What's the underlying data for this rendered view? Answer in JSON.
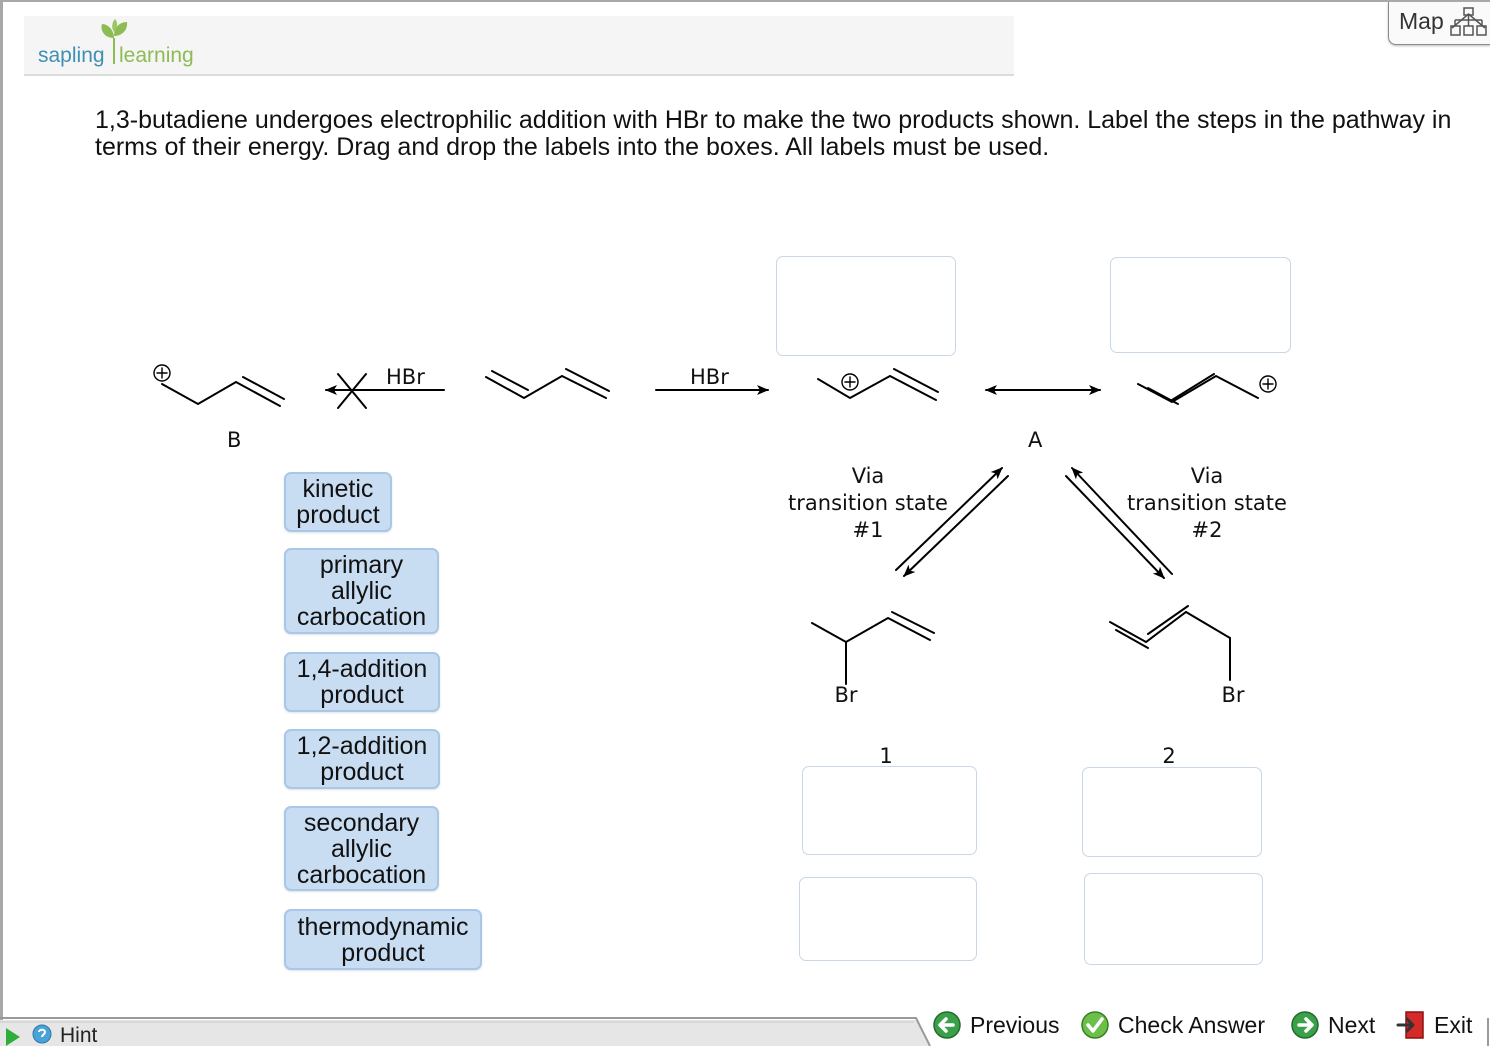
{
  "brand": {
    "word1": "sapling",
    "word2": "learning"
  },
  "map_button": {
    "label": "Map",
    "icon": "sitemap-icon"
  },
  "question": {
    "text": "1,3-butadiene undergoes electrophilic addition with HBr to make the two products shown. Label the steps in the pathway in terms of their energy. Drag and drop the labels into the boxes. All labels must be used."
  },
  "scheme": {
    "reagent_left": "HBr",
    "reagent_right": "HBr",
    "label_B": "B",
    "label_A": "A",
    "via_left": {
      "line1": "Via",
      "line2": "transition state",
      "line3": "#1"
    },
    "via_right": {
      "line1": "Via",
      "line2": "transition state",
      "line3": "#2"
    },
    "product1_atom": "Br",
    "product2_atom": "Br",
    "product1_number": "1",
    "product2_number": "2"
  },
  "labels": [
    {
      "line1": "kinetic",
      "line2": "product",
      "line3": ""
    },
    {
      "line1": "primary",
      "line2": "allylic",
      "line3": "carbocation"
    },
    {
      "line1": "1,4-addition",
      "line2": "product",
      "line3": ""
    },
    {
      "line1": "1,2-addition",
      "line2": "product",
      "line3": ""
    },
    {
      "line1": "secondary",
      "line2": "allylic",
      "line3": "carbocation"
    },
    {
      "line1": "thermodynamic",
      "line2": "product",
      "line3": ""
    }
  ],
  "nav": {
    "hint": "Hint",
    "previous": "Previous",
    "check_answer": "Check Answer",
    "next": "Next",
    "exit": "Exit"
  },
  "colors": {
    "chip_fill": "#c8dcf2",
    "chip_border": "#a9c7e8",
    "brand_blue": "#3f8fb4",
    "brand_green": "#8dbb54"
  }
}
